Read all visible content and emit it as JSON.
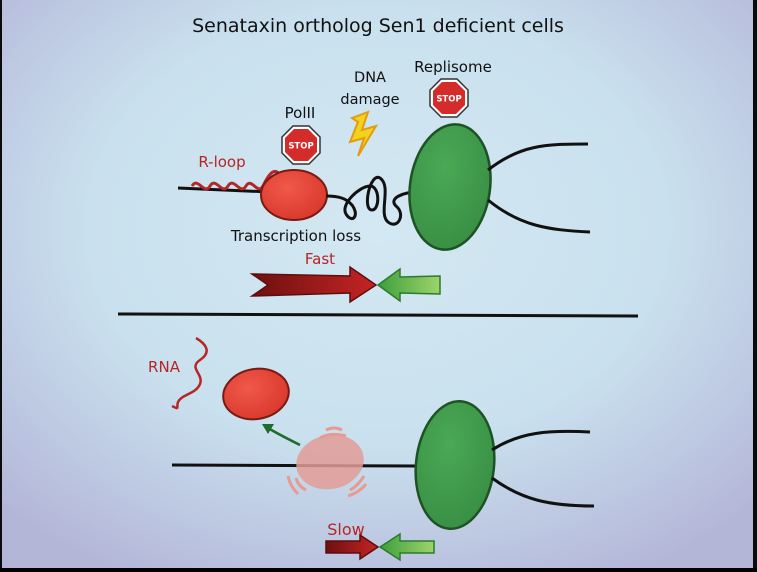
{
  "title": "Senataxin ortholog Sen1 deficient cells",
  "top_panel": {
    "labels": {
      "dna_damage_line1": "DNA",
      "dna_damage_line2": "damage",
      "replisome": "Replisome",
      "polii": "PolII",
      "r_loop": "R-loop",
      "transcription_loss": "Transcription loss",
      "speed": "Fast"
    },
    "stop_signs": [
      "STOP",
      "STOP"
    ]
  },
  "bottom_panel": {
    "labels": {
      "rna": "RNA",
      "speed": "Slow"
    }
  },
  "colors": {
    "background_center": "#d3e8f2",
    "background_edge": "#b4b6d8",
    "polii": "#e33d2e",
    "replisome": "#3f9a4a",
    "text_red": "#b52626",
    "arrow_red": "#a81d1d",
    "arrow_green": "#49b046",
    "stop_sign": "#d42b2b",
    "lightning": "#f2d21c"
  }
}
